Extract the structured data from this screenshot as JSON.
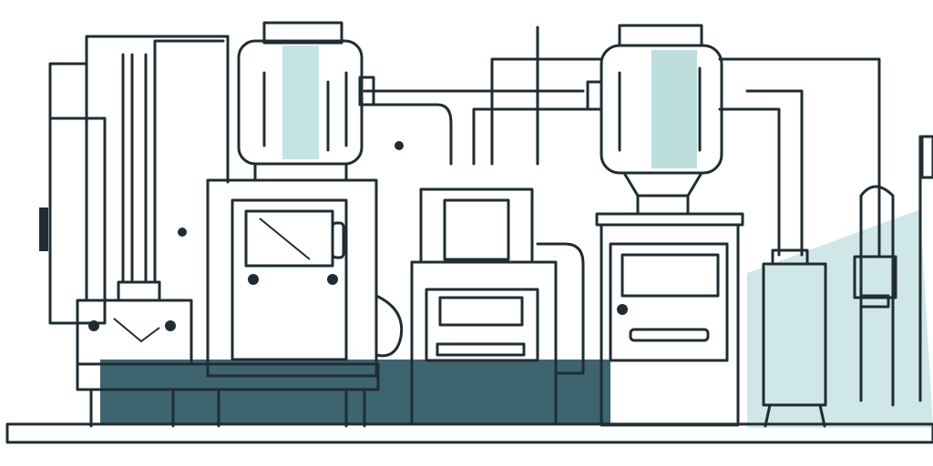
{
  "colors": {
    "outline": "#1f2d33",
    "teal": "#5aa9a8",
    "teal_light": "#9fd0cf",
    "pale": "#e4eff1",
    "shadow": "#3e6470",
    "background": "#ffffff"
  },
  "icons": [
    "industrial-machine",
    "tank",
    "pipe",
    "control-panel",
    "conveyor"
  ]
}
